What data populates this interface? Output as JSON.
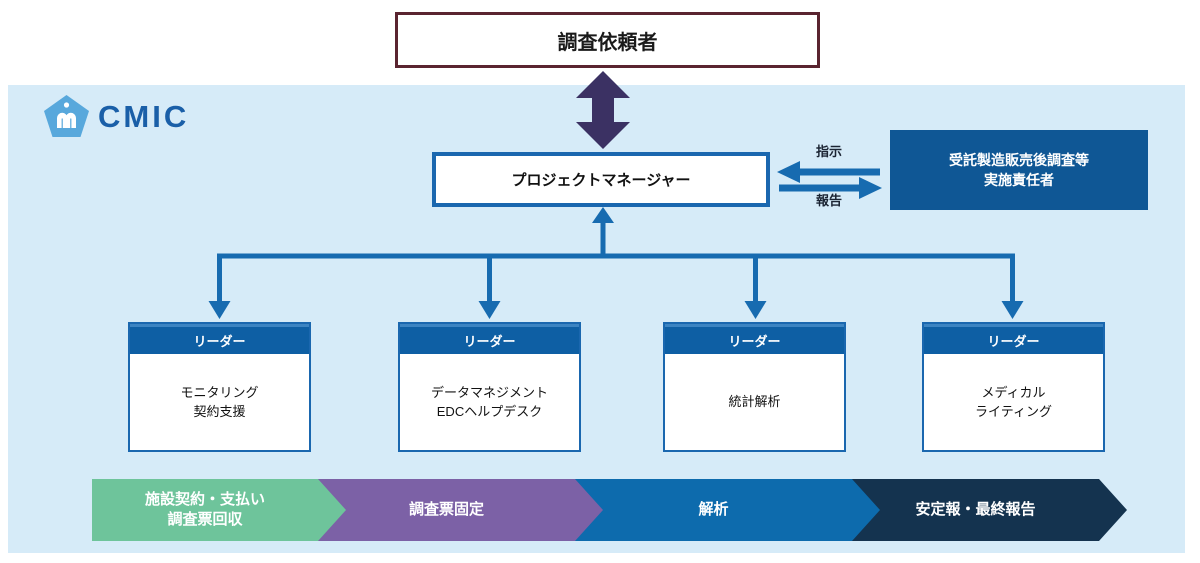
{
  "logo": {
    "text": "CMIC"
  },
  "client_box": {
    "label": "調査依頼者"
  },
  "pm_box": {
    "label": "プロジェクトマネージャー"
  },
  "responsible_box": {
    "line1": "受託製造販売後調査等",
    "line2": "実施責任者"
  },
  "exchange": {
    "instruction": "指示",
    "report": "報告"
  },
  "leaders": [
    {
      "header": "リーダー",
      "line1": "モニタリング",
      "line2": "契約支援"
    },
    {
      "header": "リーダー",
      "line1": "データマネジメント",
      "line2": "EDCヘルプデスク"
    },
    {
      "header": "リーダー",
      "line1": "統計解析",
      "line2": ""
    },
    {
      "header": "リーダー",
      "line1": "メディカル",
      "line2": "ライティング"
    }
  ],
  "phases": [
    {
      "line1": "施設契約・支払い",
      "line2": "調査票回収",
      "color": "#6ec49b"
    },
    {
      "line1": "調査票固定",
      "line2": "",
      "color": "#7c61a6"
    },
    {
      "line1": "解析",
      "line2": "",
      "color": "#0d6bad"
    },
    {
      "line1": "安定報・最終報告",
      "line2": "",
      "color": "#14334f"
    }
  ],
  "colors": {
    "panel_background": "#d6ebf8",
    "client_border": "#5a2430",
    "bidirectional_arrow": "#3b3163",
    "connector_blue": "#176bb0",
    "leader_header_blue": "#0e5fa4",
    "responsible_box_blue": "#0f5795",
    "logo_blue": "#1a5fa8",
    "logo_pentagon": "#58a8dc"
  }
}
